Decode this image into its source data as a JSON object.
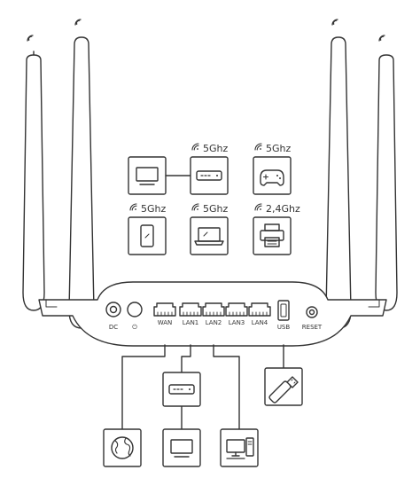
{
  "ports": {
    "dc": "DC",
    "power": "⏻",
    "wan": "WAN",
    "lan1": "LAN1",
    "lan2": "LAN2",
    "lan3": "LAN3",
    "lan4": "LAN4",
    "usb": "USB",
    "reset": "RESET"
  },
  "wireless_devices": {
    "modem_band": "5Ghz",
    "gamepad_band": "5Ghz",
    "phone_band": "5Ghz",
    "laptop_band": "5Ghz",
    "printer_band": "2,4Ghz"
  },
  "icons": {
    "tv": "tv-icon",
    "modem": "modem-icon",
    "gamepad": "gamepad-icon",
    "phone": "phone-icon",
    "laptop": "laptop-icon",
    "printer": "printer-icon",
    "globe": "globe-icon",
    "desktop": "desktop-icon",
    "usb_stick": "usb-drive-icon",
    "wifi": "wifi-icon"
  },
  "colors": {
    "line": "#333333",
    "router_body": "#ffffff"
  }
}
